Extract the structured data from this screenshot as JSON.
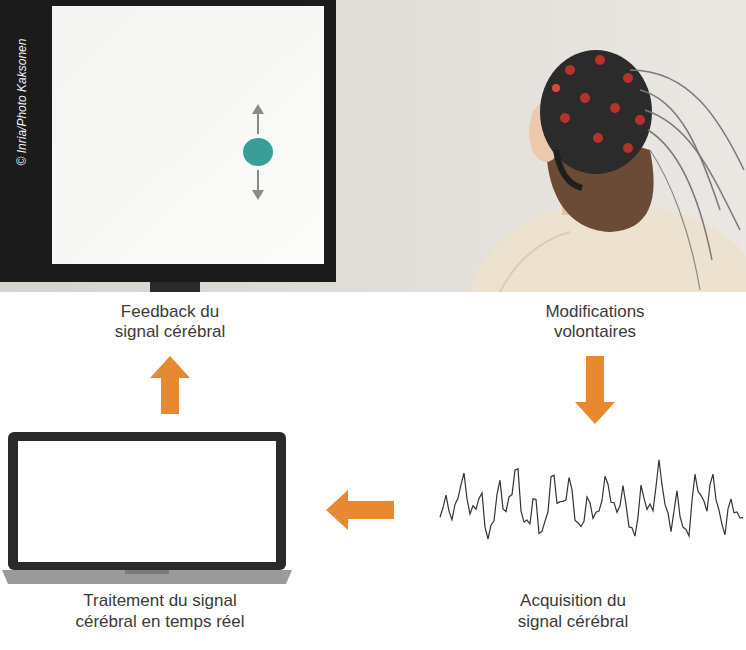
{
  "diagram": {
    "nodes": [
      {
        "text": [
          "Feedback du signal cérébral"
        ]
      },
      {
        "text": [
          "Modifications volontaires"
        ]
      },
      {
        "text": [
          "Traitement du signal cérébral en temps réel"
        ]
      },
      {
        "text": [
          "Acquisition du signal cérébral"
        ]
      }
    ],
    "edges": [
      {
        "from": 1,
        "to": 3,
        "arrow": "to"
      },
      {
        "from": 3,
        "to": 2,
        "arrow": "to"
      },
      {
        "from": 2,
        "to": 0,
        "arrow": "to"
      }
    ],
    "labels": [
      "© Inria/Photo Kaksonen"
    ]
  }
}
